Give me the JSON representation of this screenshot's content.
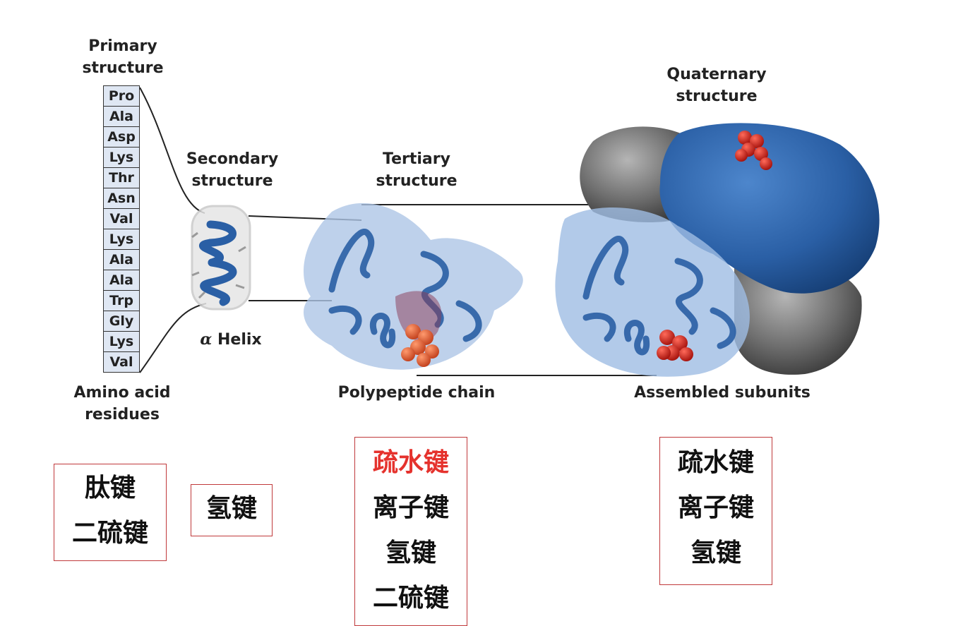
{
  "labels": {
    "primary": "Primary\nstructure",
    "primary_l1": "Primary",
    "primary_l2": "structure",
    "secondary_l1": "Secondary",
    "secondary_l2": "structure",
    "tertiary_l1": "Tertiary",
    "tertiary_l2": "structure",
    "quaternary_l1": "Quaternary",
    "quaternary_l2": "structure",
    "amino_l1": "Amino acid",
    "amino_l2": "residues",
    "helix_alpha": "α",
    "helix_word": "Helix",
    "polypeptide": "Polypeptide chain",
    "assembled": "Assembled subunits"
  },
  "residues": [
    "Pro",
    "Ala",
    "Asp",
    "Lys",
    "Thr",
    "Asn",
    "Val",
    "Lys",
    "Ala",
    "Ala",
    "Trp",
    "Gly",
    "Lys",
    "Val"
  ],
  "bond_boxes": {
    "primary": [
      "肽键",
      "二硫键"
    ],
    "secondary": [
      "氢键"
    ],
    "tertiary": [
      "疏水键",
      "离子键",
      "氢键",
      "二硫键"
    ],
    "quaternary": [
      "疏水键",
      "离子键",
      "氢键"
    ]
  },
  "colors": {
    "protein_blue": "#2a5fa5",
    "surface_gray": "#6b6b6b",
    "highlight_red": "#d42a22",
    "box_border": "#c0393b",
    "emphasis_red": "#e5322d"
  }
}
